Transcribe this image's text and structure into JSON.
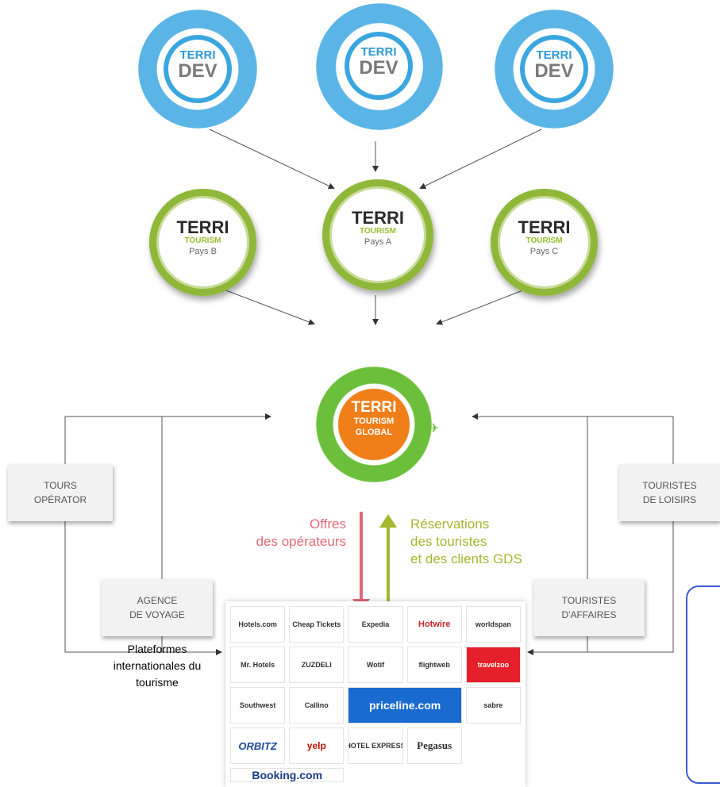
{
  "dev_nodes": [
    {
      "line1": "TERRI",
      "line2": "DEV"
    },
    {
      "line1": "TERRI",
      "line2": "DEV"
    },
    {
      "line1": "TERRI",
      "line2": "DEV"
    }
  ],
  "tourism_nodes": [
    {
      "name": "TERRI",
      "sub": "TOURISM",
      "country": "Pays B"
    },
    {
      "name": "TERRI",
      "sub": "TOURISM",
      "country": "Pays A"
    },
    {
      "name": "TERRI",
      "sub": "TOURISM",
      "country": "Pays C"
    }
  ],
  "global_node": {
    "line1": "TERRI",
    "line2": "TOURISM",
    "line3": "GLOBAL"
  },
  "boxes": {
    "tours": [
      "TOURS",
      "OPÉRATOR"
    ],
    "agence": [
      "AGENCE",
      "DE VOYAGE"
    ],
    "loisirs": [
      "TOURISTES",
      "DE LOISIRS"
    ],
    "affaires": [
      "TOURISTES",
      "D'AFFAIRES"
    ]
  },
  "flows": {
    "offres": [
      "Offres",
      "des opérateurs"
    ],
    "reservations": [
      "Réservations",
      "des touristes",
      "et des clients GDS"
    ]
  },
  "platforms_label": [
    "Plateformes",
    "internationales du",
    "tourisme"
  ],
  "logos": [
    "Hotels.com",
    "Cheap Tickets",
    "Expedia",
    "Hotwire",
    "worldspan",
    "Mr. Hotels",
    "ZUZDELI",
    "Wotif",
    "flightweb",
    "travelzoo",
    "Southwest",
    "Callino",
    "priceline.com",
    "sabre",
    "ORBITZ",
    "yelp",
    "HOTEL EXPRESS",
    "Pegasus",
    "Booking.com"
  ],
  "colors": {
    "dev": "#3aa6e0",
    "tourism": "#8fb83a",
    "global": "#f07f1a",
    "offres": "#e06a78",
    "reservations": "#a5b62f"
  }
}
